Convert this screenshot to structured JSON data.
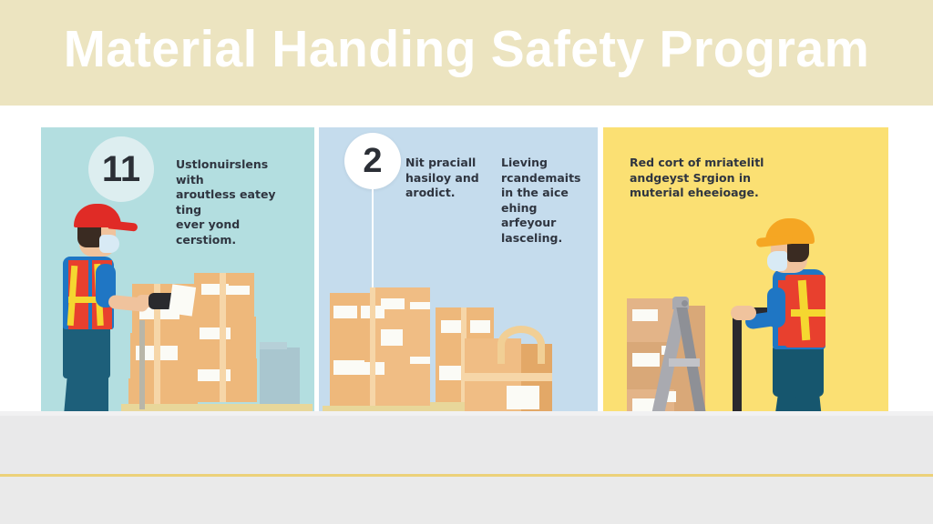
{
  "header": {
    "title": "Material Handing Safety Program",
    "band_color": "#ece4c0",
    "title_color": "#ffffff"
  },
  "panels": [
    {
      "id": "panel-1",
      "background": "#b3dee0",
      "badge": {
        "number": "11",
        "background": "#ddeef0",
        "text_color": "#2b2f36"
      },
      "caption_lines": [
        "Ustlonuirslens with",
        "aroutless eatey ting",
        "ever yond cerstiom."
      ],
      "scene": {
        "worker": {
          "headwear": "red-cap",
          "headwear_color": "#e02b26",
          "shirt_color": "#1f76c4",
          "vest_color": "#e8402e",
          "vest_stripe_color": "#f5d730",
          "pants_color": "#1d5f7a",
          "shoe_color": "#26262b",
          "mask": "face-mask"
        },
        "cargo": "stacked-cardboard-boxes-on-yellow-pallet-truck",
        "pallet_color": "#e8d79a",
        "wheel_color": "#f2cf55"
      }
    },
    {
      "id": "panel-2",
      "background": "#c5dced",
      "badge": {
        "number": "2",
        "background": "#ffffff",
        "text_color": "#2b2f36"
      },
      "caption_columns": [
        [
          "Nit praciall",
          "hasiloy and",
          "arodict."
        ],
        [
          "Lieving rcandemaits",
          "in the aice ehing",
          "arfeyour lasceling."
        ]
      ],
      "scene": {
        "cargo": "two-box-stacks-on-pallets-and-foreground-carton",
        "pallet_color": "#e8d79a",
        "wheel_color": "#f2cf55",
        "box_color": "#eeb87b"
      }
    },
    {
      "id": "panel-3",
      "background": "#fbe073",
      "caption_lines": [
        "Red cort of mriatelitl",
        "andgeyst Srgion in",
        "muterial eheeioage."
      ],
      "scene": {
        "worker": {
          "headwear": "yellow-hard-hat",
          "headwear_color": "#f5a623",
          "shirt_color": "#1f76c4",
          "vest_color": "#e8402e",
          "vest_stripe_color": "#f5d730",
          "pants_color": "#16566e",
          "shoe_color": "#26262b",
          "mask": "face-mask"
        },
        "cargo": "boxes-on-gray-hand-truck",
        "cart_color": "#a9aab0",
        "wheel_color": "#2a2a2e"
      }
    }
  ],
  "floor": {
    "surface_color": "#e9e9ea",
    "line_color": "#ecd179",
    "lower_color": "#eaeaea"
  }
}
